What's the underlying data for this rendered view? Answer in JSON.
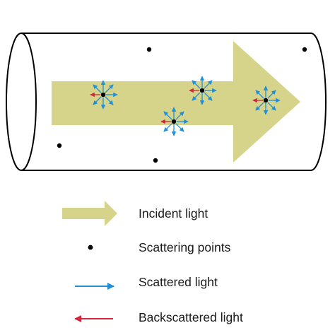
{
  "colors": {
    "incident_arrow": "#d6d38a",
    "scattering_point": "#000000",
    "scattered_arrow": "#1f8fd6",
    "backscattered_arrow": "#d4263b",
    "outline": "#000000"
  },
  "legend": {
    "incident_light": "Incident light",
    "scattering_points": "Scattering points",
    "scattered_light": "Scattered light",
    "backscattered_light": "Backscattered light"
  }
}
